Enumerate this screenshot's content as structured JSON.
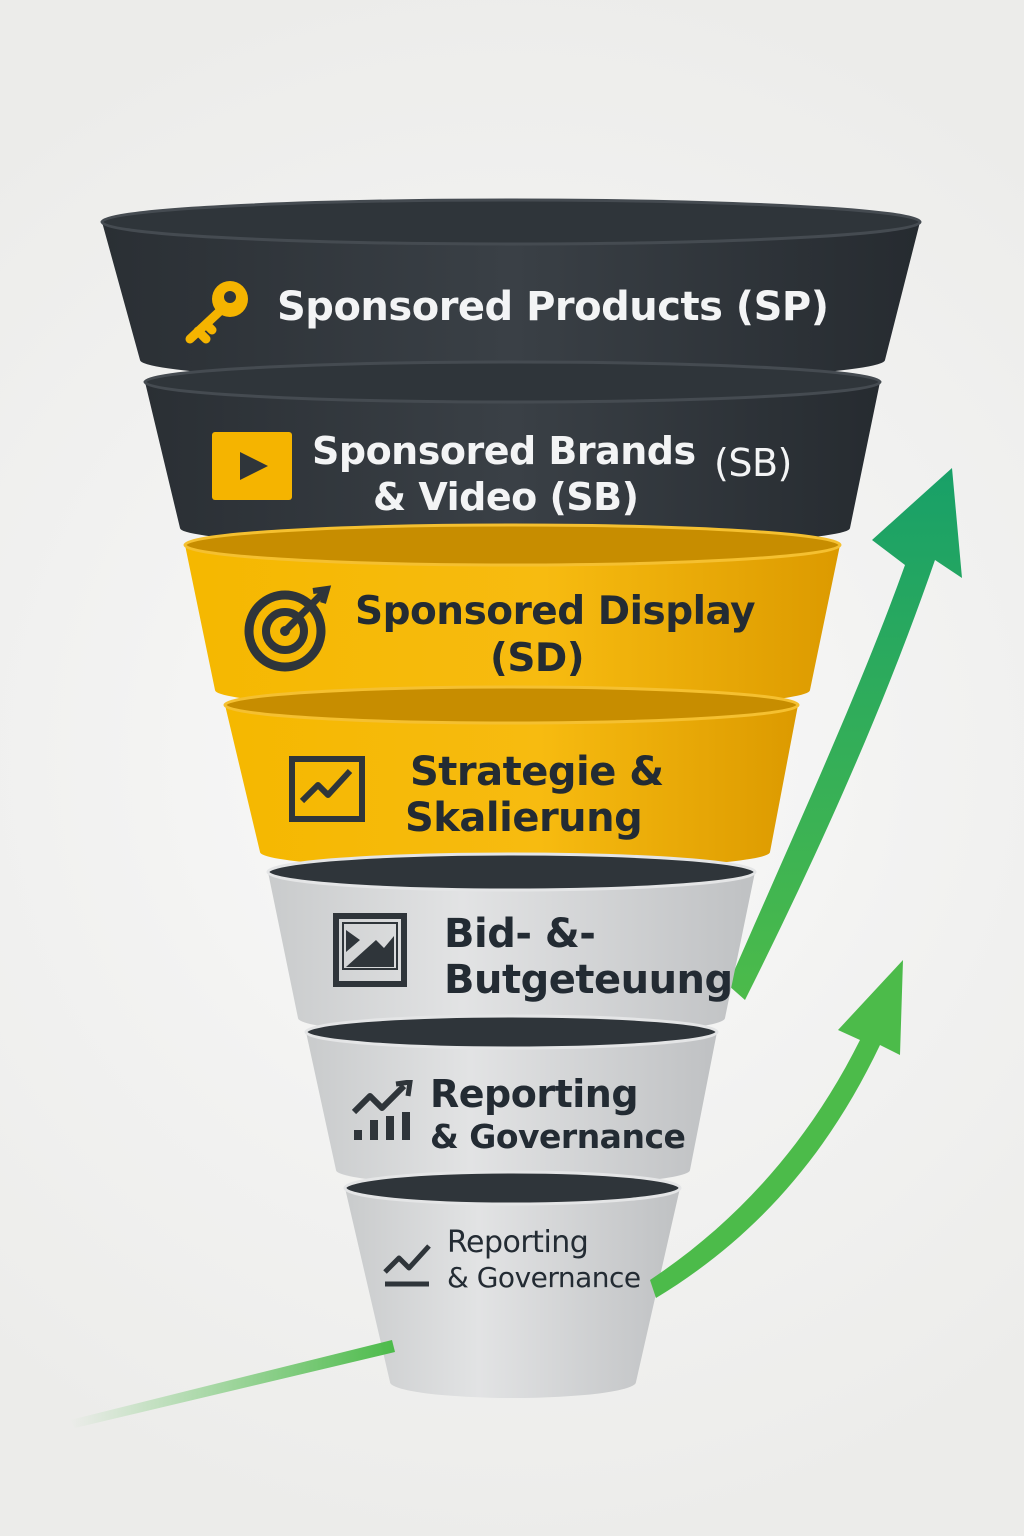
{
  "funnel": {
    "layers": [
      {
        "line1": "Sponsored Products (SP)",
        "line2": "",
        "icon": "key-icon",
        "color": "#2f353a"
      },
      {
        "line1": "Sponsored Brands",
        "line2": "& Video (SB)",
        "side": "(SB)",
        "icon": "video-play-icon",
        "color": "#2f353a"
      },
      {
        "line1": "Sponsored Display",
        "line2": "(SD)",
        "icon": "target-icon",
        "color": "#f2b000"
      },
      {
        "line1": "Strategie &",
        "line2": "Skalierung",
        "icon": "chart-line-box-icon",
        "color": "#f2b000"
      },
      {
        "line1": "Bid- &-",
        "line2": "Butgeteuung",
        "icon": "image-icon",
        "color": "#d6d8d9"
      },
      {
        "line1": "Reporting",
        "line2": "& Governance",
        "icon": "bar-chart-trend-icon",
        "color": "#d6d8d9"
      },
      {
        "line1": "Reporting",
        "line2": "& Governance",
        "icon": "trend-line-icon",
        "color": "#d6d8d9"
      }
    ]
  },
  "colors": {
    "dark": "#2f353a",
    "yellow": "#f2b000",
    "gray": "#d6d8d9",
    "green": "#1fa463",
    "green_light": "#4cbb4a",
    "text_dark": "#232b33"
  }
}
